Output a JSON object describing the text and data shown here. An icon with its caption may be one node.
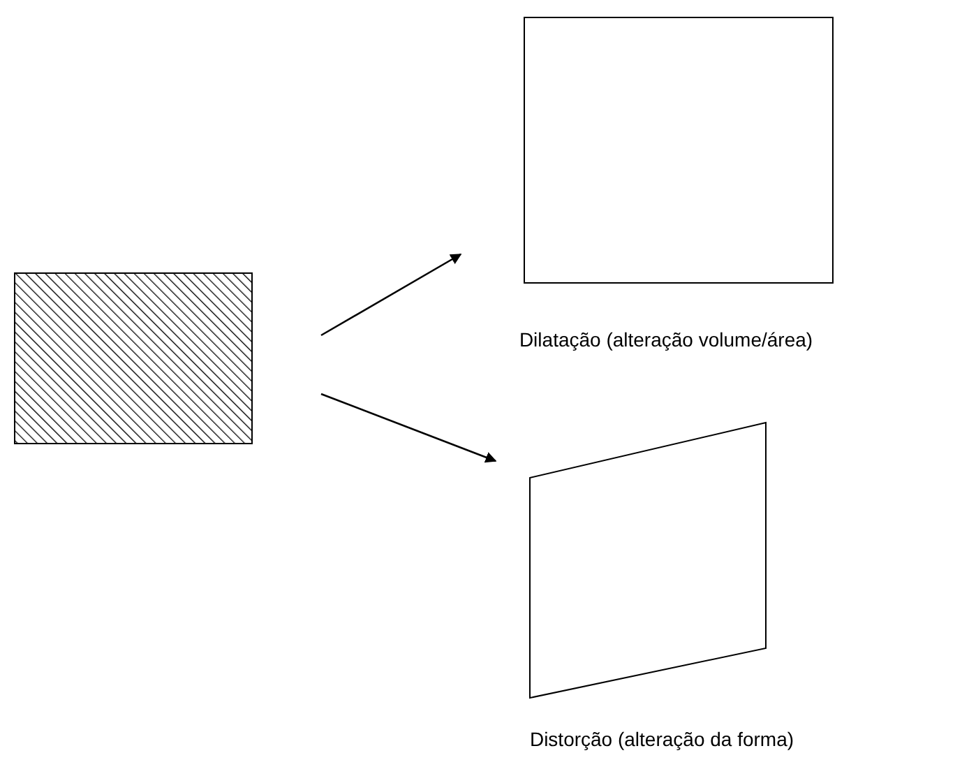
{
  "diagram": {
    "nodes": [
      {
        "text": [],
        "shape": "box"
      },
      {
        "text": [],
        "shape": "box",
        "beside": [
          "Dilatação (alteração volume/área)"
        ]
      },
      {
        "text": [],
        "shape": "parallelogram",
        "beside": [
          "Distorção (alteração da forma)"
        ]
      }
    ],
    "edges": [
      {
        "from": 0,
        "to": 1,
        "arrow": "to"
      },
      {
        "from": 0,
        "to": 2,
        "arrow": "to"
      }
    ]
  }
}
